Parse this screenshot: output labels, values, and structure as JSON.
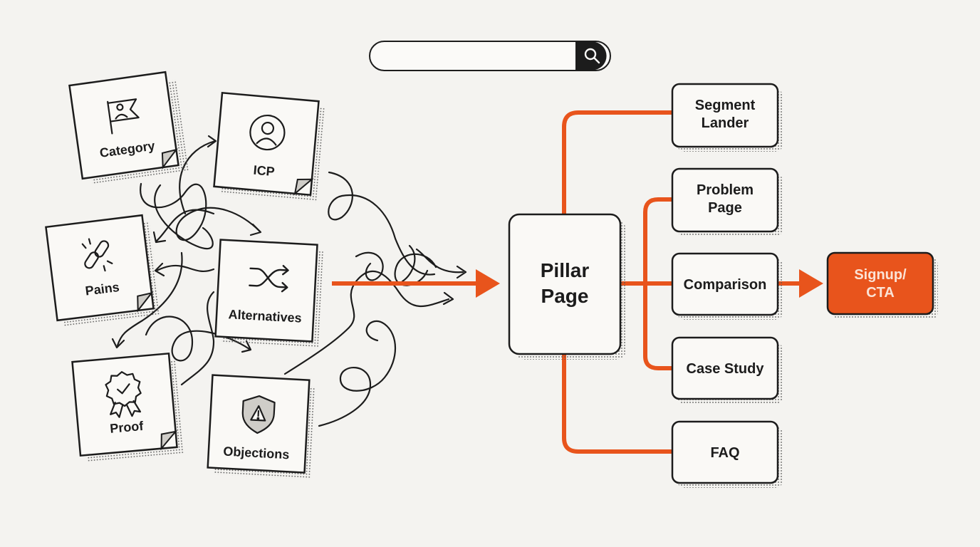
{
  "search": {
    "value": "",
    "icon": "search-icon"
  },
  "notes": [
    {
      "label": "Category",
      "icon": "flag-icon"
    },
    {
      "label": "ICP",
      "icon": "user-circle-icon"
    },
    {
      "label": "Pains",
      "icon": "broken-link-icon"
    },
    {
      "label": "Alternatives",
      "icon": "shuffle-icon"
    },
    {
      "label": "Proof",
      "icon": "award-badge-icon"
    },
    {
      "label": "Objections",
      "icon": "warning-shield-icon"
    }
  ],
  "pillar": {
    "line1": "Pillar",
    "line2": "Page"
  },
  "pages": {
    "segment": {
      "line1": "Segment",
      "line2": "Lander"
    },
    "problem": {
      "line1": "Problem",
      "line2": "Page"
    },
    "comparison": "Comparison",
    "case_study": "Case Study",
    "faq": "FAQ"
  },
  "cta": {
    "line1": "Signup/",
    "line2": "CTA"
  },
  "colors": {
    "accent": "#e8541c",
    "ink": "#1c1c1c",
    "paper": "#f4f3f0",
    "card": "#faf9f6",
    "cta_text": "#fbe3d6"
  }
}
